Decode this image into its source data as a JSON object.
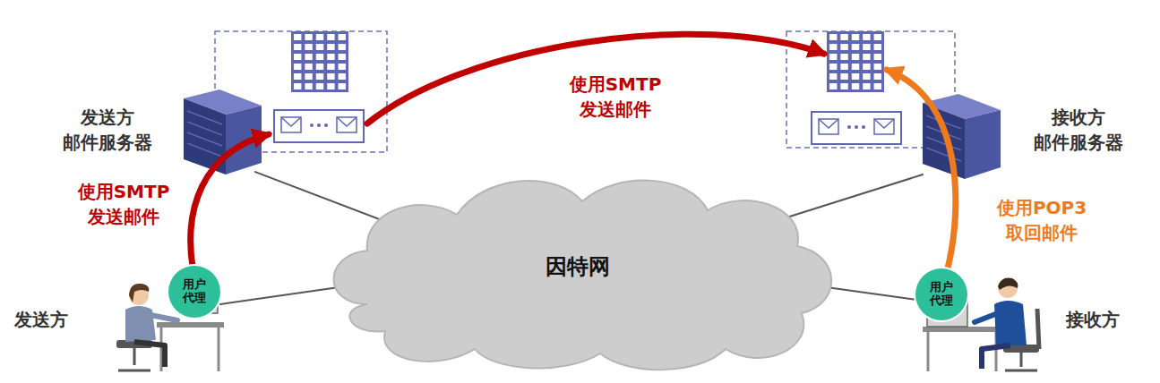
{
  "diagram": {
    "nodes": [
      {
        "text": [
          "发送方 邮件服务器"
        ]
      },
      {
        "text": [
          "接收方 邮件服务器"
        ]
      },
      {
        "text": [
          "因特网"
        ]
      },
      {
        "text": [
          "发送方"
        ]
      },
      {
        "text": [
          "用户 代理"
        ],
        "in": 3
      },
      {
        "text": [
          "接收方"
        ]
      },
      {
        "text": [
          "用户 代理"
        ],
        "in": 5
      }
    ],
    "edges": [
      {
        "from": 4,
        "to": 0,
        "arrow": "to",
        "label": "使用SMTP 发送邮件"
      },
      {
        "from": 0,
        "to": 1,
        "arrow": "to",
        "label": "使用SMTP 发送邮件"
      },
      {
        "from": 6,
        "to": 1,
        "arrow": "to",
        "label": "使用POP3 取回邮件"
      },
      {
        "from": 0,
        "to": 2,
        "arrow": "none"
      },
      {
        "from": 1,
        "to": 2,
        "arrow": "none"
      },
      {
        "from": 4,
        "to": 2,
        "arrow": "none"
      },
      {
        "from": 6,
        "to": 2,
        "arrow": "none"
      }
    ]
  }
}
